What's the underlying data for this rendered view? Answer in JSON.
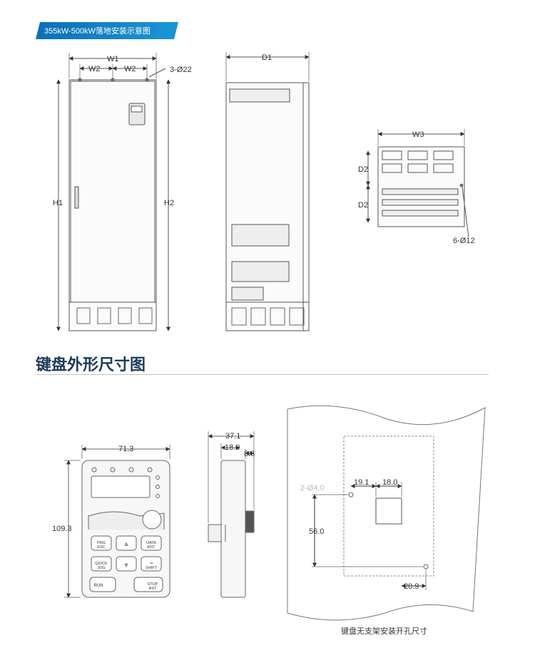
{
  "header": {
    "title": "355kW-500kW落地安装示意图"
  },
  "cabinet": {
    "w1": "W1",
    "w2a": "W2",
    "w2b": "W2",
    "holes_top": "3-Ø22",
    "h1": "H1",
    "h2": "H2",
    "d1": "D1",
    "w3": "W3",
    "d2a": "D2",
    "d2b": "D2",
    "holes_base": "6-Ø12"
  },
  "keypad_section": {
    "title": "键盘外形尺寸图"
  },
  "keypad": {
    "width": "71.3",
    "height": "109.3",
    "depth_total": "37.1",
    "depth_body": "18.0",
    "depth_front": "8.6",
    "buttons": [
      {
        "label": "PRG\nESC"
      },
      {
        "label": "⩓"
      },
      {
        "label": "DATA\nENT"
      },
      {
        "label": "QUICK\nJOG"
      },
      {
        "label": "⩔"
      },
      {
        "label": "⇒\nSHIFT"
      },
      {
        "label": "RUN"
      },
      {
        "label": "STOP\nRST"
      }
    ]
  },
  "cutout": {
    "hole_label": "2-Ø4.0",
    "offset_x": "19.1",
    "opening_w": "18.0",
    "offset_y": "56.0",
    "offset_bottom": "20.9",
    "caption": "键盘无支架安装开孔尺寸"
  }
}
